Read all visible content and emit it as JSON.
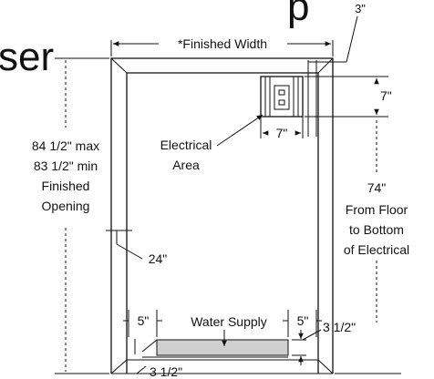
{
  "top_fragment": "p",
  "heading_fragment": "ser",
  "dimensions": {
    "finished_width": "*Finished Width",
    "top_gap": "3\"",
    "height_max": "84 1/2\" max",
    "height_min": "83 1/2\" min",
    "height_caption_1": "Finished",
    "height_caption_2": "Opening",
    "side_offset": "24\"",
    "electrical_height": "7\"",
    "electrical_width": "7\"",
    "floor_to_electrical": "74\"",
    "floor_caption_1": "From Floor",
    "floor_caption_2": "to Bottom",
    "floor_caption_3": "of Electrical",
    "water_left_offset": "5\"",
    "water_right_offset": "5\"",
    "water_height_right": "3 1/2\"",
    "water_height_bottom": "3 1/2\""
  },
  "areas": {
    "electrical_line1": "Electrical",
    "electrical_line2": "Area",
    "water_supply": "Water Supply"
  }
}
